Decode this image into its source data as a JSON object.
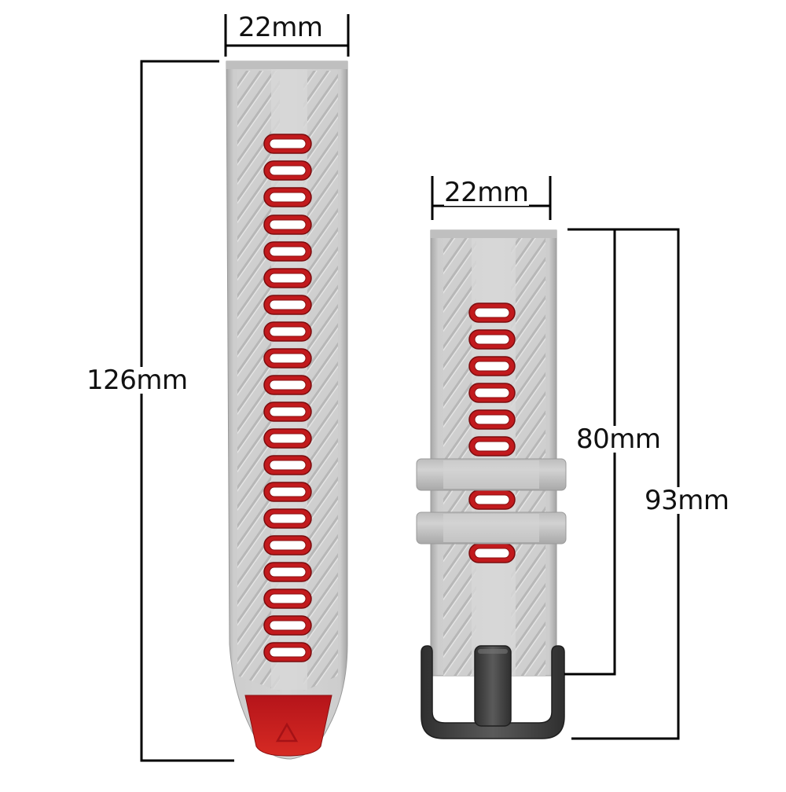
{
  "product": {
    "description": "Silicone watch strap dimension diagram",
    "colors": {
      "strap_gray": "#c9c9c9",
      "strap_gray_dark": "#a9a9a9",
      "strap_center": "#d6d6d6",
      "accent_red": "#c8181b",
      "buckle": "#4a4a4a",
      "line": "#000000",
      "background": "#ffffff"
    }
  },
  "long_strap": {
    "width_label": "22mm",
    "length_label": "126mm",
    "hole_count": 20,
    "tip_icon": "triangle-logo-icon"
  },
  "short_strap": {
    "width_label": "22mm",
    "inner_length_label": "80mm",
    "total_length_label": "93mm",
    "visible_holes": 8,
    "keeper_loops": 2,
    "buckle_icon": "buckle-icon"
  }
}
